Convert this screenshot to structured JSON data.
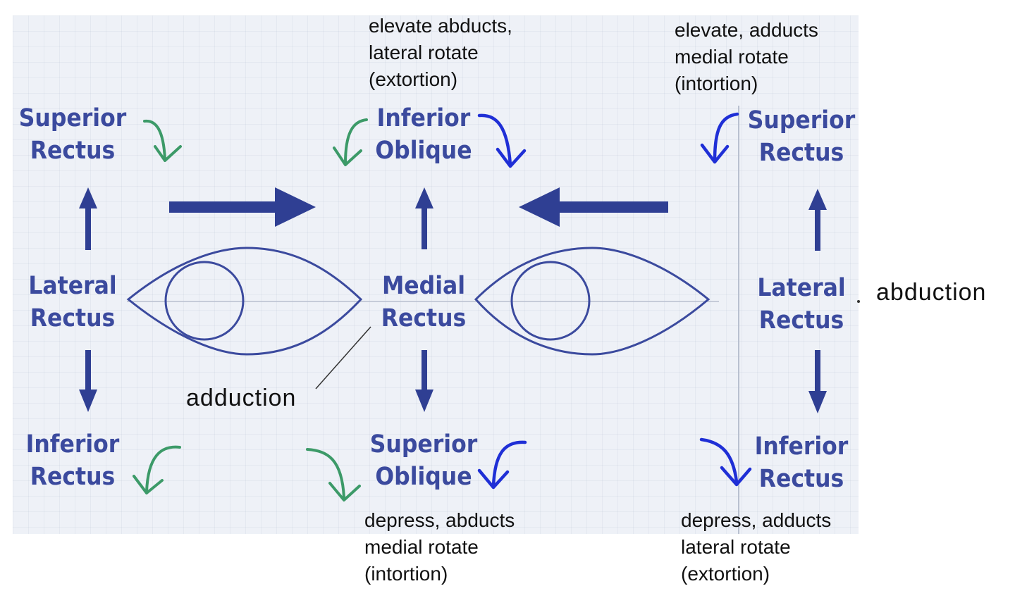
{
  "diagram": {
    "left_eye": {
      "superior": [
        "Superior",
        "Rectus"
      ],
      "lateral": [
        "Lateral",
        "Rectus"
      ],
      "inferior": [
        "Inferior",
        "Rectus"
      ]
    },
    "center": {
      "top": [
        "Inferior",
        "Oblique"
      ],
      "middle": [
        "Medial",
        "Rectus"
      ],
      "bottom": [
        "Superior",
        "Oblique"
      ]
    },
    "right_eye": {
      "superior": [
        "Superior",
        "Rectus"
      ],
      "lateral": [
        "Lateral",
        "Rectus"
      ],
      "inferior": [
        "Inferior",
        "Rectus"
      ]
    },
    "annotations": {
      "inferior_oblique": [
        "elevate abducts,",
        "lateral rotate",
        "(extortion)"
      ],
      "superior_rectus": [
        "elevate, adducts",
        "medial rotate",
        "(intortion)"
      ],
      "superior_oblique": [
        "depress, abducts",
        "medial rotate",
        "(intortion)"
      ],
      "inferior_rectus": [
        "depress, adducts",
        "lateral rotate",
        "(extortion)"
      ],
      "adduction": "adduction",
      "abduction": "abduction"
    },
    "colors": {
      "background": "#eef1f7",
      "muscle_text": "#3b4a9e",
      "arrow_navy": "#2f3f93",
      "arrow_blue": "#1f2fd6",
      "arrow_green": "#3c9a68"
    }
  }
}
